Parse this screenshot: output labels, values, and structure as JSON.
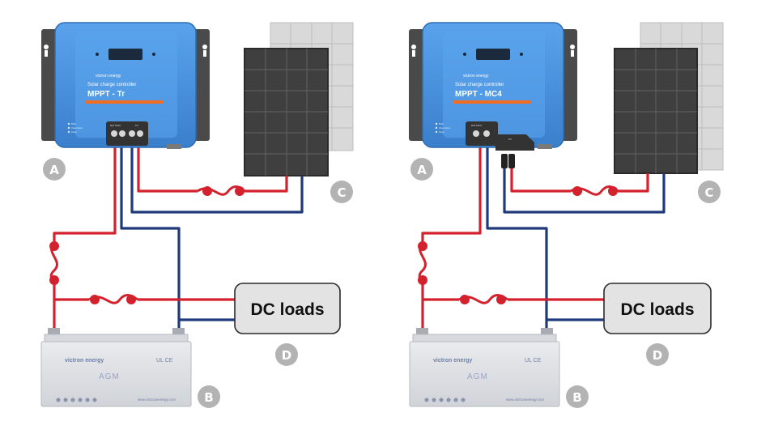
{
  "left": {
    "controller": {
      "brand": "victron energy",
      "subtitle": "Solar charge controller",
      "model": "MPPT - Tr",
      "terminal_battery": "BATTERY",
      "terminal_pv": "PV",
      "led_labels": [
        "Bulk",
        "Absorption",
        "Float"
      ]
    },
    "battery": {
      "brand": "victron energy",
      "cert": "UL CE",
      "type": "AGM",
      "url": "www.victronenergy.com"
    },
    "loads_label": "DC loads",
    "badges": [
      "A",
      "B",
      "C",
      "D"
    ]
  },
  "right": {
    "controller": {
      "brand": "victron energy",
      "subtitle": "Solar charge controller",
      "model": "MPPT - MC4",
      "terminal_battery": "BATTERY",
      "terminal_pv": "PV",
      "led_labels": [
        "Bulk",
        "Absorption",
        "Float"
      ]
    },
    "battery": {
      "brand": "victron energy",
      "cert": "UL CE",
      "type": "AGM",
      "url": "www.victronenergy.com"
    },
    "loads_label": "DC loads",
    "badges": [
      "A",
      "B",
      "C",
      "D"
    ]
  },
  "colors": {
    "positive_wire": "#d3222e",
    "negative_wire": "#1e3a7b",
    "controller_blue": "#4a90d9",
    "badge_gray": "#b3b3b3",
    "panel_dark": "#4a4a4a",
    "panel_light": "#cfcfcf",
    "accent_orange": "#f26d21"
  },
  "icons": [
    "fuse-icon",
    "solar-panel-icon",
    "battery-icon",
    "controller-icon"
  ]
}
